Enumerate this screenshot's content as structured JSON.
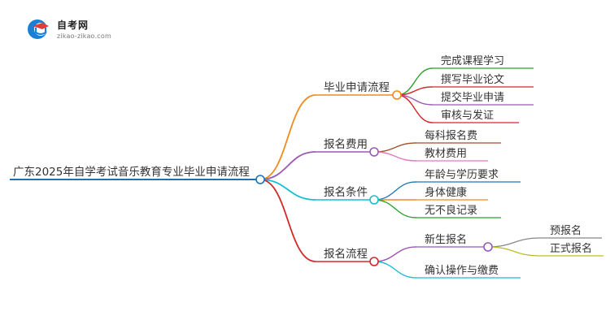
{
  "brand": {
    "name": "自考网",
    "url": "zikao-zikao.com"
  },
  "mindmap": {
    "root": {
      "label": "广东2025年自学考试音乐教育专业毕业申请流程",
      "color": "#1f6fb2"
    },
    "branches": [
      {
        "label": "毕业申请流程",
        "color": "#f08a1c",
        "children": [
          {
            "label": "完成课程学习",
            "color": "#2ca02c"
          },
          {
            "label": "撰写毕业论文",
            "color": "#d62728"
          },
          {
            "label": "提交毕业申请",
            "color": "#9b59b6"
          },
          {
            "label": "审核与发证",
            "color": "#d62728"
          }
        ]
      },
      {
        "label": "报名费用",
        "color": "#9b59b6",
        "children": [
          {
            "label": "每科报名费",
            "color": "#a0522d"
          },
          {
            "label": "教材费用",
            "color": "#e377c2"
          }
        ]
      },
      {
        "label": "报名条件",
        "color": "#17becf",
        "children": [
          {
            "label": "年龄与学历要求",
            "color": "#1f77b4"
          },
          {
            "label": "身体健康",
            "color": "#f08a1c"
          },
          {
            "label": "无不良记录",
            "color": "#2ca02c"
          }
        ]
      },
      {
        "label": "报名流程",
        "color": "#d62728",
        "children": [
          {
            "label": "新生报名",
            "color": "#9b59b6",
            "children": [
              {
                "label": "预报名",
                "color": "#888888"
              },
              {
                "label": "正式报名",
                "color": "#bcbd22"
              }
            ]
          },
          {
            "label": "确认操作与缴费",
            "color": "#17becf"
          }
        ]
      }
    ]
  }
}
